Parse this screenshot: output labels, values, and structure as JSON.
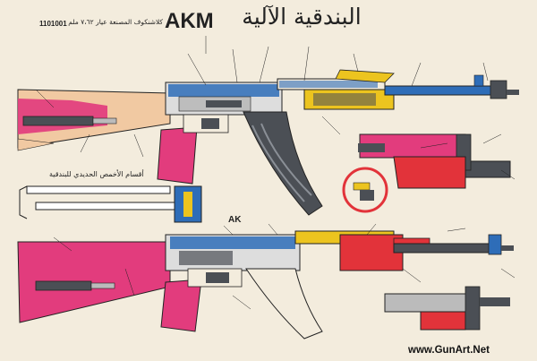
{
  "poster": {
    "title_arabic": "البندقية الآلية",
    "title_latin": "AKM",
    "subtitle": "كلاشنكوف المصنعة عيار ٧،٦٢ ملم",
    "code": "1101001",
    "upper_section_caption": "أقسام الأخمص الحديدي للبندقية",
    "lower_rifle_label": "AK",
    "footer": "www.GunArt.Net",
    "colors": {
      "paper": "#f3ecdd",
      "stock_wood": "#f1c9a2",
      "pink": "#e23c7d",
      "red": "#e2333a",
      "blue": "#2e6db8",
      "yellow": "#ecc41f",
      "steel": "#4b4f55",
      "outline": "#222222"
    }
  }
}
